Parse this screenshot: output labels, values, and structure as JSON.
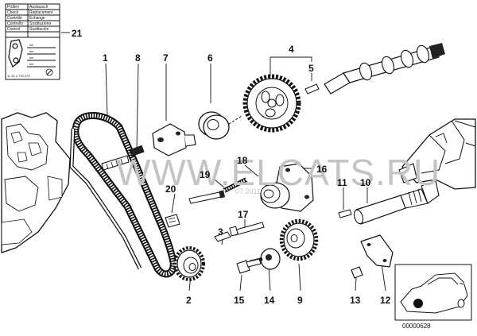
{
  "legend_table": {
    "rows": [
      [
        "Prüfen",
        "Austausch"
      ],
      [
        "Check",
        "Replacement"
      ],
      [
        "Contrôle",
        "Echange"
      ],
      [
        "Controllo",
        "Sostituzione"
      ],
      [
        "Control",
        "Sustitución"
      ]
    ],
    "sheet_rows": [
      "km",
      "km",
      "km",
      "km"
    ],
    "part_code": "11 31 1 730 079"
  },
  "callouts": [
    {
      "id": "c1",
      "text": "1"
    },
    {
      "id": "c2",
      "text": "2"
    },
    {
      "id": "c3",
      "text": "3"
    },
    {
      "id": "c4",
      "text": "4"
    },
    {
      "id": "c5",
      "text": "5"
    },
    {
      "id": "c6",
      "text": "6"
    },
    {
      "id": "c7",
      "text": "7"
    },
    {
      "id": "c8",
      "text": "8"
    },
    {
      "id": "c9",
      "text": "9"
    },
    {
      "id": "c10",
      "text": "10"
    },
    {
      "id": "c11",
      "text": "11"
    },
    {
      "id": "c12",
      "text": "12"
    },
    {
      "id": "c13",
      "text": "13"
    },
    {
      "id": "c14",
      "text": "14"
    },
    {
      "id": "c15",
      "text": "15"
    },
    {
      "id": "c16",
      "text": "16"
    },
    {
      "id": "c17",
      "text": "17"
    },
    {
      "id": "c18",
      "text": "18"
    },
    {
      "id": "c19",
      "text": "19"
    },
    {
      "id": "c20",
      "text": "20"
    },
    {
      "id": "c21",
      "text": "21"
    }
  ],
  "watermark": "WWW.ELCATS.RU",
  "watermark_small": "07 2011",
  "diagram_ref": "00000628"
}
